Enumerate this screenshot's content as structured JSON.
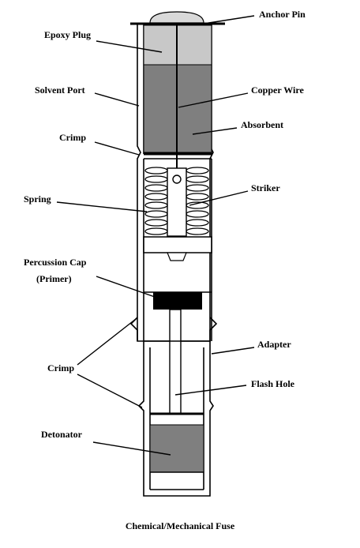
{
  "labels": {
    "anchor_pin": "Anchor Pin",
    "epoxy_plug": "Epoxy Plug",
    "copper_wire": "Copper Wire",
    "solvent_port": "Solvent Port",
    "absorbent": "Absorbent",
    "crimp_upper": "Crimp",
    "striker": "Striker",
    "spring": "Spring",
    "percussion_cap_line1": "Percussion Cap",
    "percussion_cap_line2": "(Primer)",
    "adapter": "Adapter",
    "crimp_lower": "Crimp",
    "flash_hole": "Flash Hole",
    "detonator": "Detonator"
  },
  "caption": "Chemical/Mechanical Fuse",
  "colors": {
    "epoxy_plug": "#c8c8c8",
    "absorbent": "#7f7f7f",
    "detonator": "#7f7f7f",
    "primer": "#000000",
    "anchor_pin": "#d9d9d9",
    "outline": "#000000"
  }
}
